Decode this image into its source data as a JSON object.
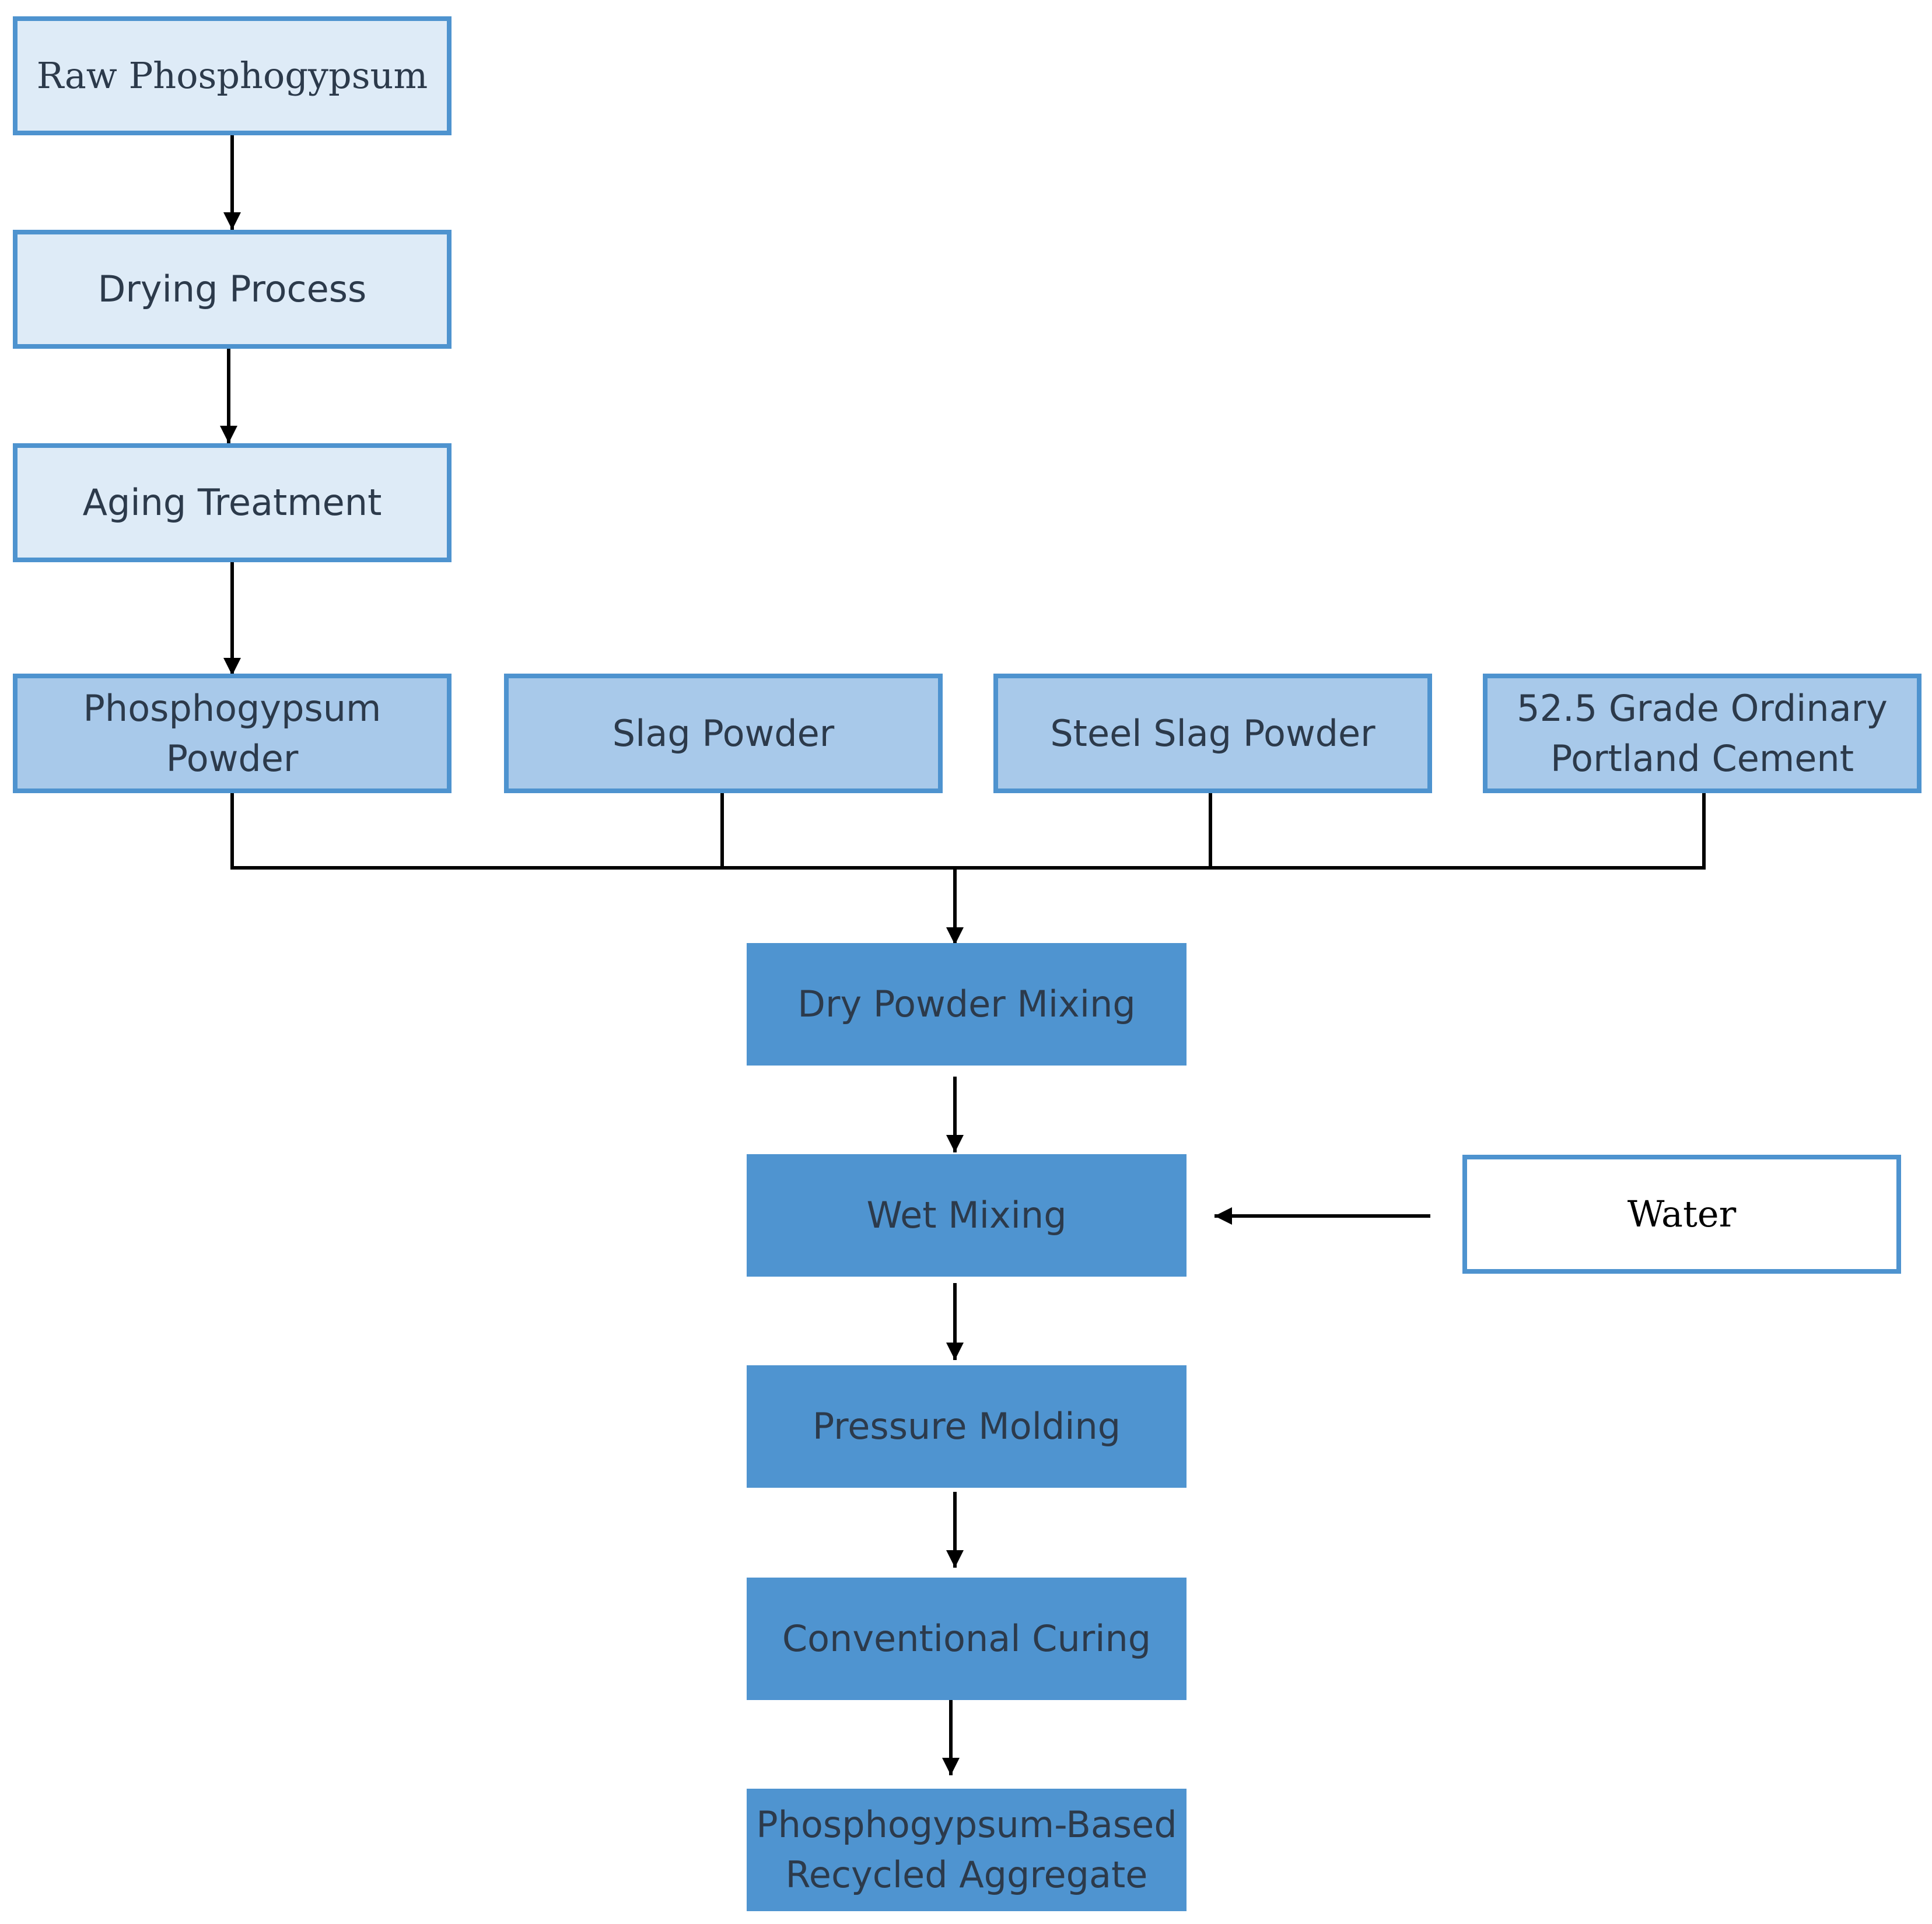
{
  "diagram": {
    "raw_phosphogypsum": "Raw Phosphogypsum",
    "drying_process": "Drying Process",
    "aging_treatment": "Aging Treatment",
    "phosphogypsum_powder": "Phosphogypsum\nPowder",
    "slag_powder": "Slag Powder",
    "steel_slag_powder": "Steel Slag Powder",
    "cement": "52.5 Grade Ordinary\nPortland Cement",
    "dry_powder_mixing": "Dry Powder Mixing",
    "wet_mixing": "Wet Mixing",
    "water": "Water",
    "pressure_molding": "Pressure Molding",
    "conventional_curing": "Conventional Curing",
    "recycled_aggregate": "Phosphogypsum-Based\nRecycled Aggregate"
  },
  "colors": {
    "light_fill": "#deebf7",
    "mid_fill": "#a8c9ea",
    "dark_fill": "#4f94d0",
    "border": "#4e93cf",
    "text": "#2c3a4b",
    "line": "#000000"
  }
}
